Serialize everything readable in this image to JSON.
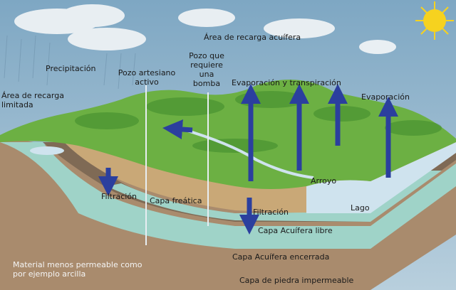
{
  "labels": {
    "recharge_area": "Área de recarga acuífera",
    "precipitation": "Precipitación",
    "artesian_well": "Pozo artesiano activo",
    "pump_well": "Pozo que requiere una bomba",
    "evapotranspiration": "Evaporación y transpiración",
    "evaporation": "Evaporación",
    "limited_recharge": "Área de recarga limitada",
    "infiltration_left": "Filtración",
    "water_table": "Capa freática",
    "infiltration_right": "Filtración",
    "stream": "Arroyo",
    "lake": "Lago",
    "unconfined_aquifer": "Capa Acuífera libre",
    "confined_aquifer": "Capa Acuífera encerrada",
    "less_permeable": "Material menos permeable como por ejemplo arcilla",
    "impermeable_bedrock": "Capa de piedra impermeable"
  },
  "colors": {
    "sky": "#8fb3cc",
    "hills": "#6cb043",
    "hills_dark": "#3f8a2c",
    "aquifer": "#9fd3c8",
    "soil": "#c9a877",
    "rock": "#a98b6d",
    "lake": "#cfe3ee",
    "arrow": "#2b3f9e",
    "sun": "#f6d21f"
  }
}
